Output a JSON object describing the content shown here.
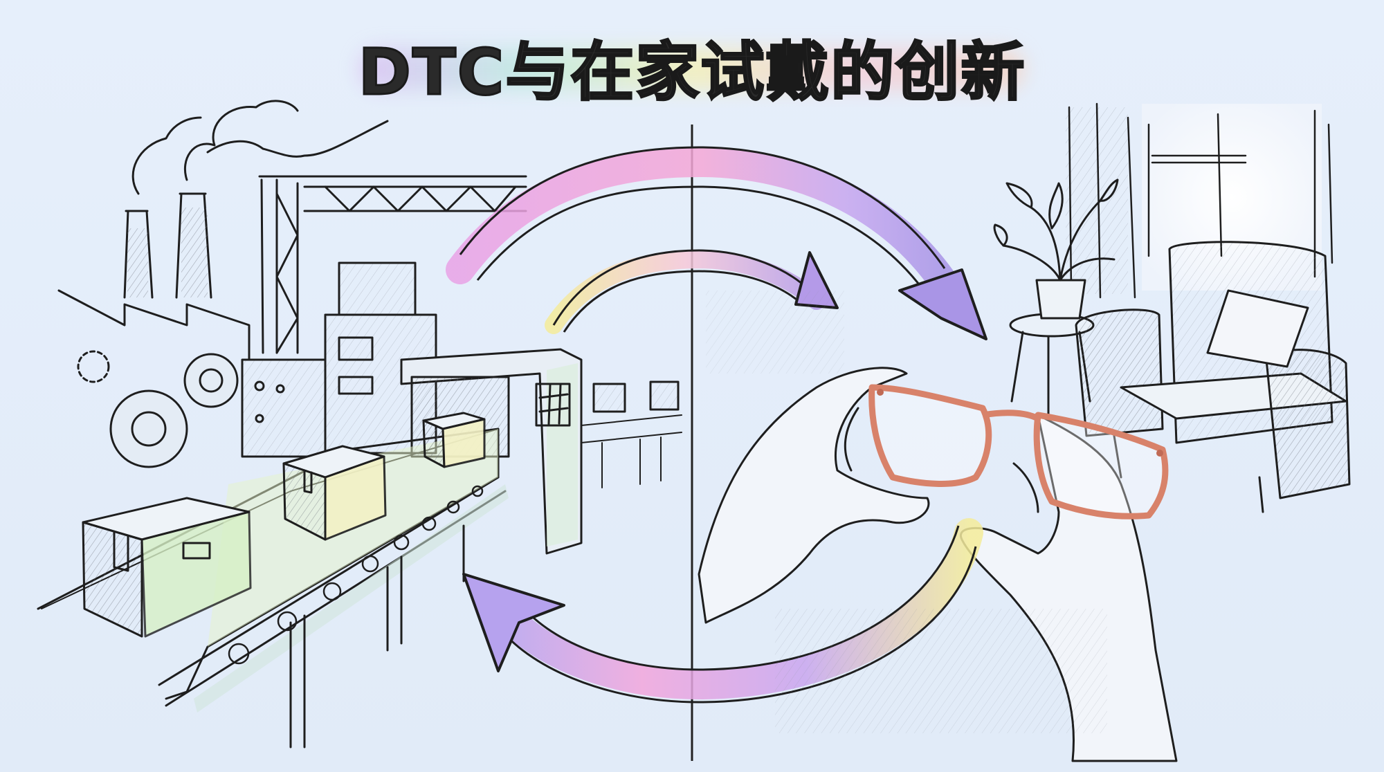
{
  "title": "DTC与在家试戴的创新",
  "scene": {
    "left_panel": {
      "label": "factory",
      "elements": [
        "smokestacks",
        "smoke",
        "gears",
        "steel-gantry",
        "conveyor-belt",
        "cardboard-boxes",
        "scanner-machine"
      ]
    },
    "right_panel": {
      "label": "home",
      "elements": [
        "hands",
        "eyeglasses",
        "armchair",
        "pillow",
        "potted-plant",
        "side-table",
        "window",
        "curtains"
      ]
    },
    "arrows": [
      "top-large-arrow-right",
      "top-small-arrow-right",
      "bottom-arrow-left"
    ]
  },
  "colors": {
    "background": "#e3edf9",
    "ink": "#1e1e1e",
    "glasses_frame": "#e8a08a",
    "arrow_pink": "#f2a6dc",
    "arrow_purple": "#b69ae8",
    "arrow_yellow": "#f4eb9a",
    "accent_green": "#d6f0c4"
  }
}
